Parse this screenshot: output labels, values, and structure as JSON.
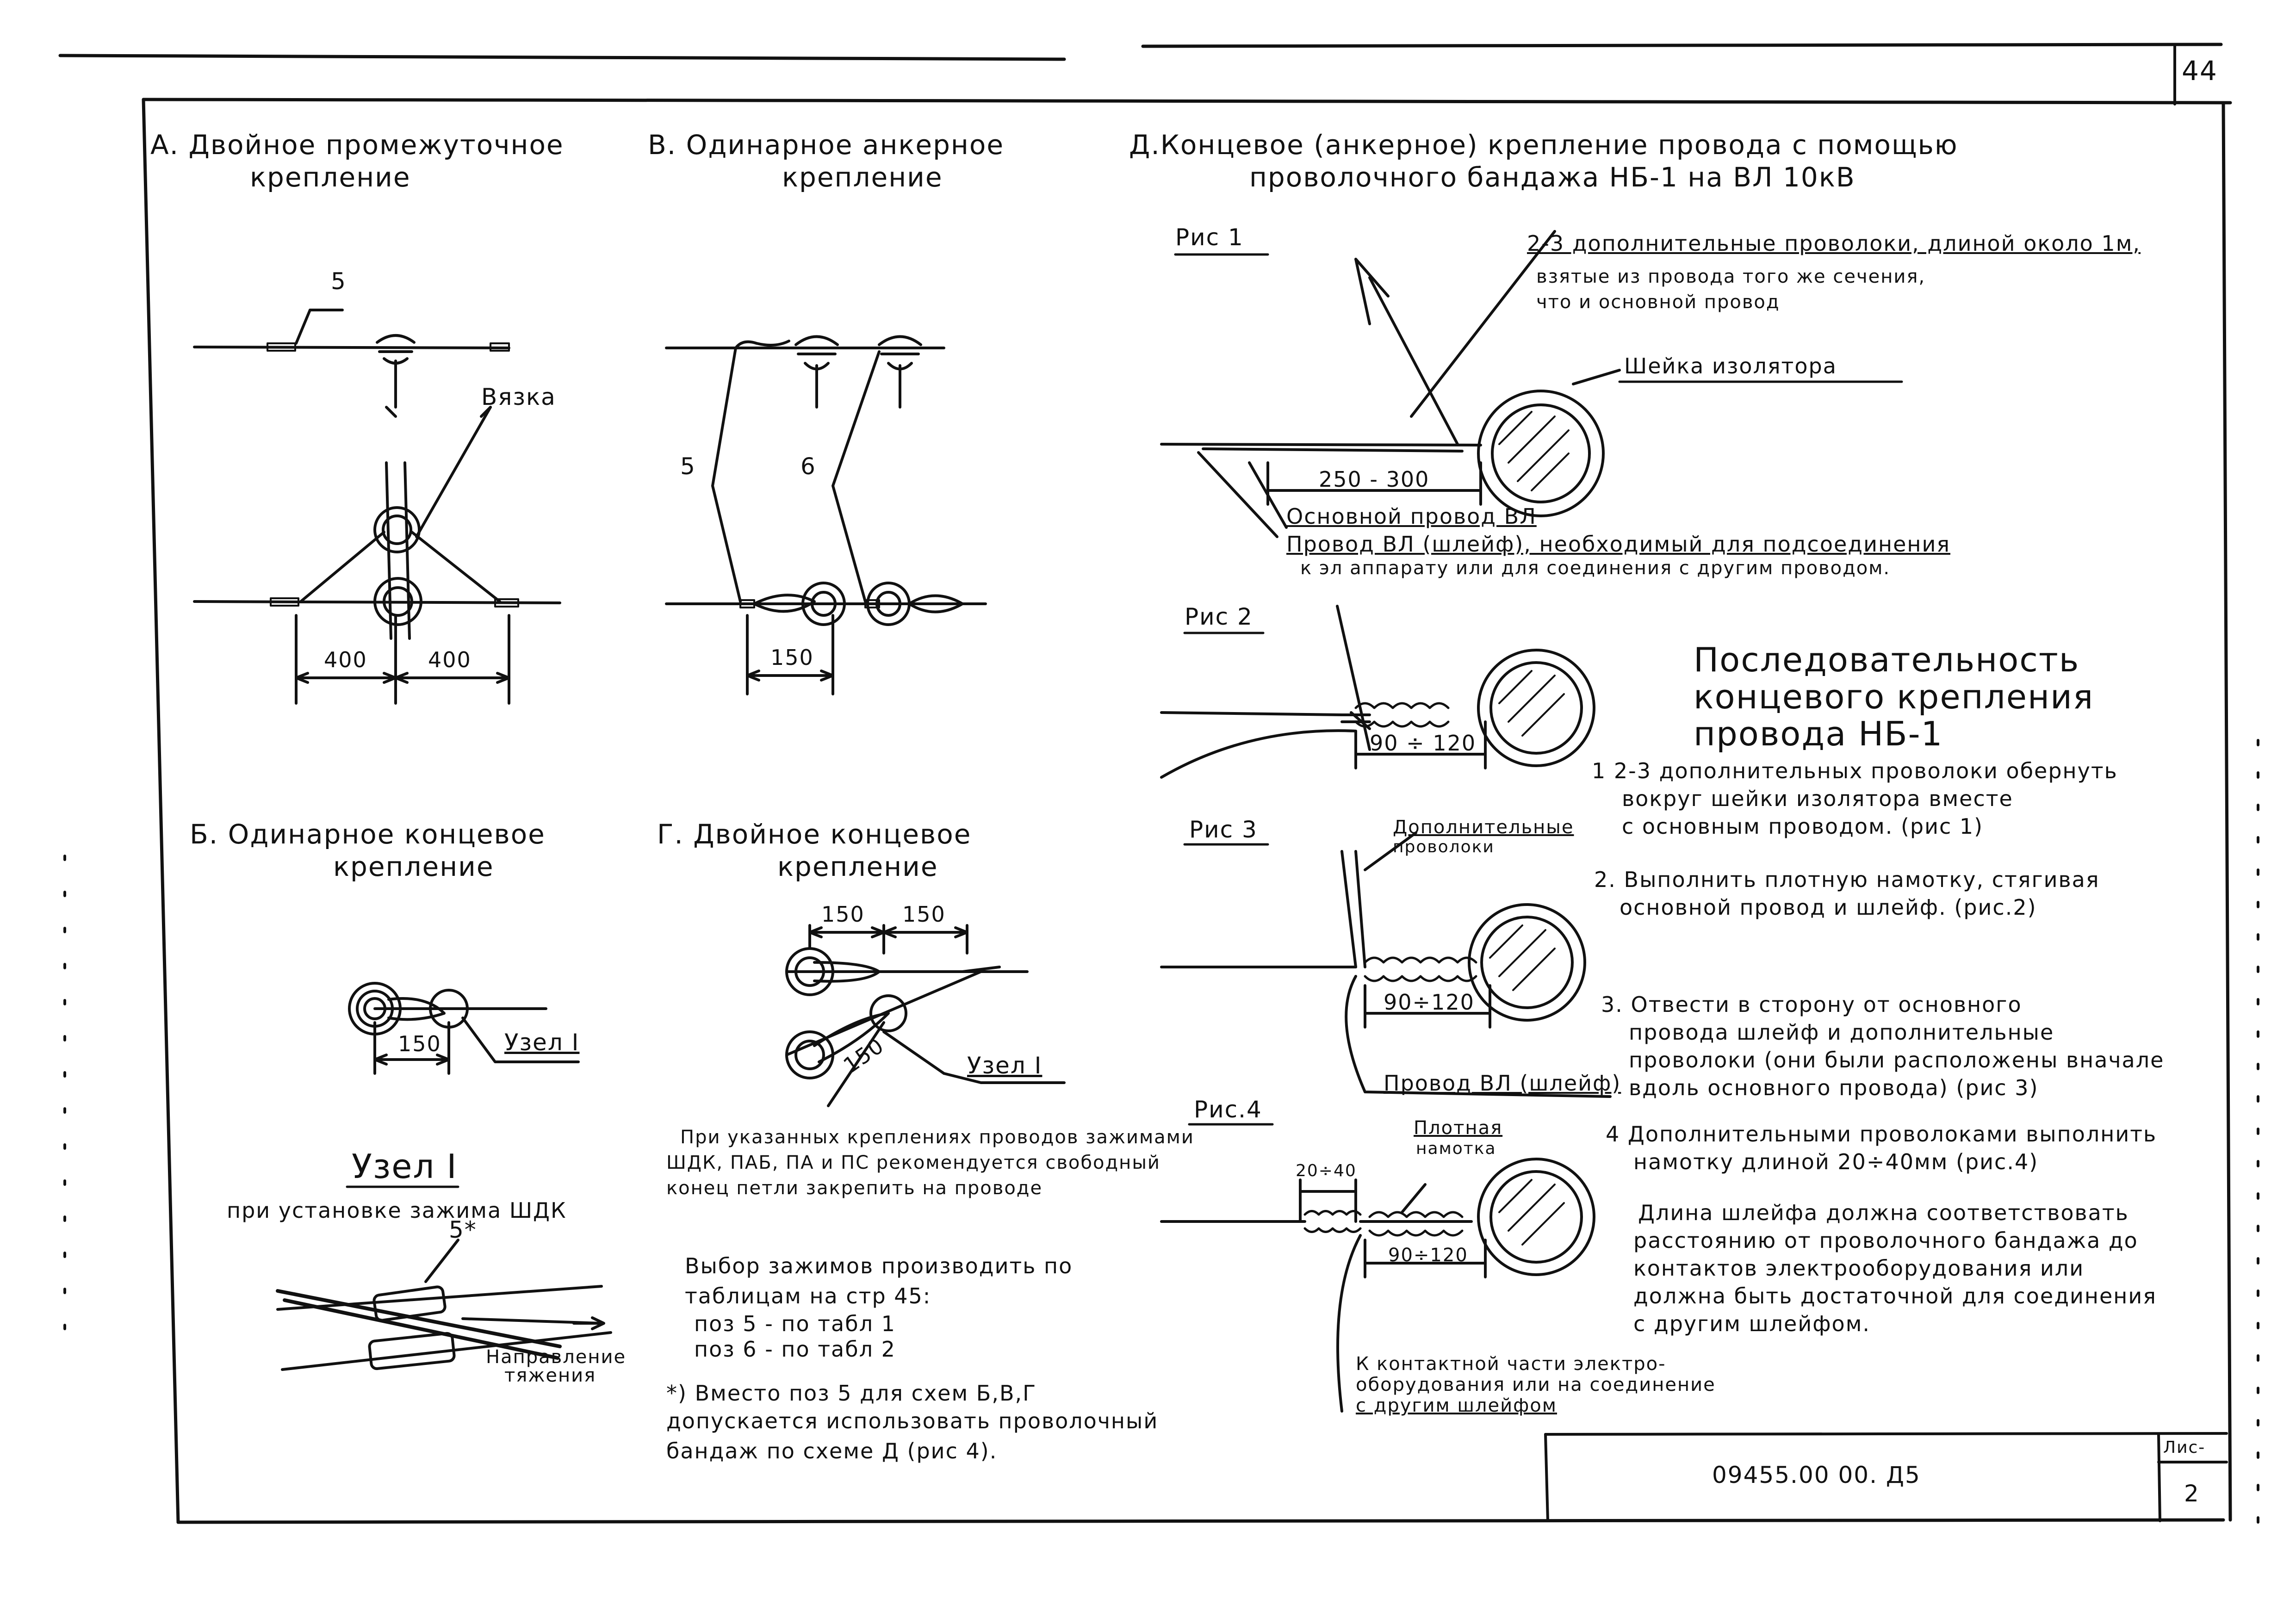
{
  "sheet_number": "44",
  "doc_code": "09455.00 00. Д5",
  "stamp_label": "Лис-",
  "stamp_value": "2",
  "sections": {
    "a_title_1": "А. Двойное промежуточное",
    "a_title_2": "крепление",
    "b_title_1": "Б. Одинарное концевое",
    "b_title_2": "крепление",
    "v_title_1": "В. Одинарное анкерное",
    "v_title_2": "крепление",
    "g_title_1": "Г. Двойное концевое",
    "g_title_2": "крепление",
    "d_title_1": "Д.Концевое (анкерное) крепление провода с помощью",
    "d_title_2": "проволочного бандажа НБ-1 на ВЛ 10кВ"
  },
  "labels": {
    "pos5": "5",
    "pos6": "6",
    "pos5star": "5*",
    "vyazka": "Вязка",
    "dim400a": "400",
    "dim400b": "400",
    "dim150_v": "150",
    "dim150_b": "150",
    "dim150_g1": "150",
    "dim150_g2": "150",
    "dim150_g3": "150",
    "uzel1_b": "Узел I",
    "uzel1_g": "Узел I",
    "uzel_title": "Узел I",
    "uzel_sub": "при установке зажима ШДК",
    "napr_1": "Направление",
    "napr_2": "тяжения"
  },
  "notes": {
    "clamp_1": "При указанных креплениях проводов зажимами",
    "clamp_2": "ШДК, ПАБ, ПА и ПС рекомендуется свободный",
    "clamp_3": "конец петли закрепить на проводе",
    "sel_1": "Выбор зажимов производить по",
    "sel_2": "таблицам на стр 45:",
    "sel_3": "поз 5  - по табл 1",
    "sel_4": "поз 6  - по табл 2",
    "star_1": "*) Вместо поз 5 для схем Б,В,Г",
    "star_2": "допускается использовать проволочный",
    "star_3": "бандаж  по схеме Д (рис 4)."
  },
  "figs": {
    "ris1": "Рис 1",
    "ris2": "Рис 2",
    "ris3": "Рис 3",
    "ris4": "Рис.4",
    "r1_wire_1": "2-3 дополнительные проволоки, длиной около 1м,",
    "r1_wire_2": "взятые из провода того же сечения,",
    "r1_wire_3": "что и основной провод",
    "r1_neck": "Шейка изолятора",
    "r1_dim": "250 - 300",
    "r1_main": "Основной провод ВЛ",
    "r1_loop_1": "Провод ВЛ (шлейф), необходимый для подсоединения",
    "r1_loop_2": "к эл аппарату или для соединения с другим проводом.",
    "r2_dim": "90 ÷ 120",
    "r3_add_1": "Дополнительные",
    "r3_add_2": "проволоки",
    "r3_dim": "90÷120",
    "r3_loop": "Провод ВЛ (шлейф)",
    "r4_tight_1": "Плотная",
    "r4_tight_2": "намотка",
    "r4_dim_small": "20÷40",
    "r4_dim": "90÷120",
    "r4_contact_1": "К контактной части электро-",
    "r4_contact_2": "оборудования или на соединение",
    "r4_contact_3": "с другим шлейфом"
  },
  "sequence": {
    "title_1": "Последовательность",
    "title_2": "концевого крепления",
    "title_3": "провода НБ-1",
    "s1_1": "1  2-3 дополнительных проволоки обернуть",
    "s1_2": "вокруг шейки изолятора вместе",
    "s1_3": "с основным проводом. (рис 1)",
    "s2_1": "2. Выполнить плотную намотку, стягивая",
    "s2_2": "основной  провод  и шлейф. (рис.2)",
    "s3_1": "3. Отвести в  сторону от основного",
    "s3_2": "провода шлейф  и дополнительные",
    "s3_3": "проволоки (они были расположены вначале",
    "s3_4": "вдоль основного провода) (рис 3)",
    "s4_1": "4  Дополнительными проволоками выполнить",
    "s4_2": "намотку  длиной  20÷40мм (рис.4)",
    "len_1": "Длина шлейфа должна соответствовать",
    "len_2": "расстоянию  от проволочного бандажа до",
    "len_3": "контактов  электрооборудования  или",
    "len_4": "должна быть  достаточной  для соединения",
    "len_5": "с другим шлейфом."
  }
}
